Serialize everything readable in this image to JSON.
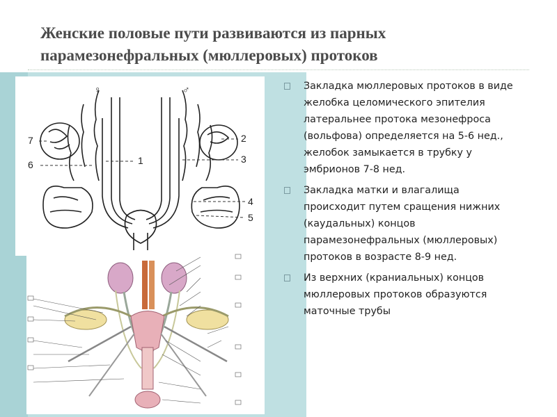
{
  "slide": {
    "title": "Женские половые пути развиваются из парных парамезонефральных (мюллеровых) протоков"
  },
  "figure_top": {
    "female_symbol": "♀",
    "male_symbol": "♂",
    "labels": [
      "1",
      "2",
      "3",
      "4",
      "5",
      "6",
      "7"
    ]
  },
  "bullets": [
    {
      "text": "Закладка мюллеровых протоков в виде желобка целомического эпителия латеральнее протока мезонефроса (вольфова) определяется на 5-6 нед., желобок замыкается в трубку у эмбрионов 7-8 нед."
    },
    {
      "text": "Закладка матки и влагалища происходит путем сращения нижних (каудальных) концов парамезонефральных (мюллеровых) протоков в возрасте 8-9 нед."
    },
    {
      "text": "Из верхних (краниальных) концов мюллеровых протоков образуются маточные трубы"
    }
  ],
  "colors": {
    "panel": "#bfe0e2",
    "title": "#4b4b4b",
    "text": "#222222",
    "kidney": "#d8a8c8",
    "vessel": "#c86a3a",
    "uterus": "#e8b0b8",
    "ovary": "#f0e0a0"
  }
}
